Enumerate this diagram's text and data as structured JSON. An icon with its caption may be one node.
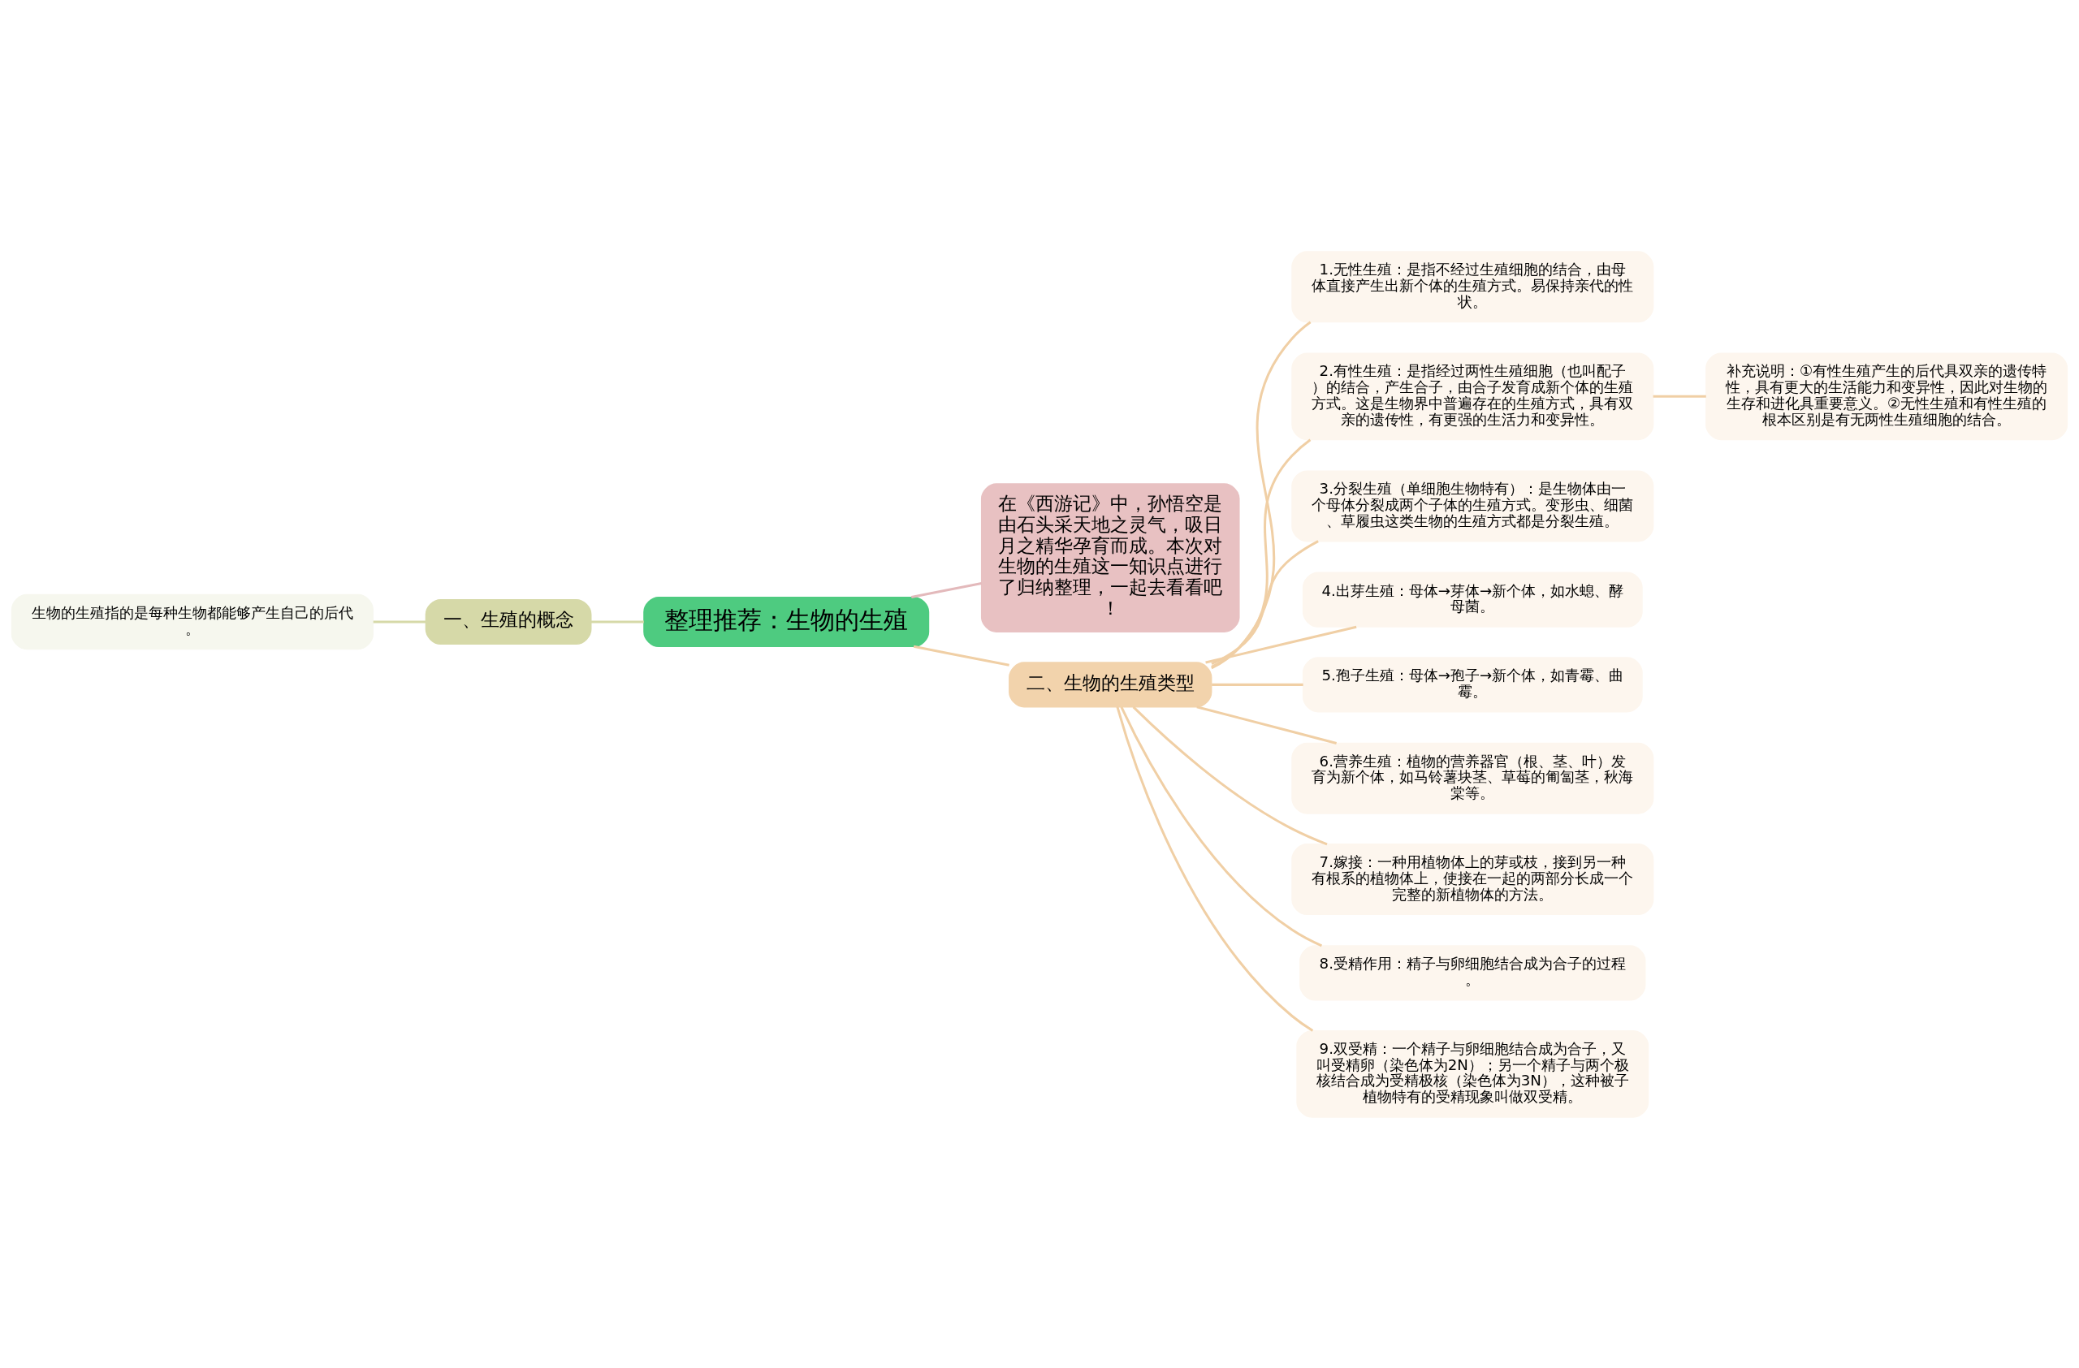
{
  "diagram": {
    "nodes": [
      {
        "text": [
          "整理推荐：生物的生殖"
        ]
      },
      {
        "text": [
          "一、生殖的概念"
        ]
      },
      {
        "text": [
          "生物的生殖指的是每种生物都能够产生自己的后代。"
        ]
      },
      {
        "text": [
          "在《西游记》中，孙悟空是由石头采天地之灵气，吸日月之精华孕育而成。本次对生物的生殖这一知识点进行了归纳整理，一起去看看吧！"
        ]
      },
      {
        "text": [
          "二、生物的生殖类型"
        ]
      },
      {
        "text": [
          "1.无性生殖：是指不经过生殖细胞的结合，由母体直接产生出新个体的生殖方式。易保持亲代的性状。"
        ]
      },
      {
        "text": [
          "2.有性生殖：是指经过两性生殖细胞（也叫配子）的结合，产生合子，由合子发育成新个体的生殖方式。这是生物界中普遍存在的生殖方式，具有双亲的遗传性，有更强的生活力和变异性。"
        ]
      },
      {
        "text": [
          "3.分裂生殖（单细胞生物特有）：是生物体由一个母体分裂成两个子体的生殖方式。变形虫、细菌、草履虫这类生物的生殖方式都是分裂生殖。"
        ]
      },
      {
        "text": [
          "4.出芽生殖：母体→芽体→新个体，如水螅、酵母菌。"
        ]
      },
      {
        "text": [
          "5.孢子生殖：母体→孢子→新个体，如青霉、曲霉。"
        ]
      },
      {
        "text": [
          "6.营养生殖：植物的营养器官（根、茎、叶）发育为新个体，如马铃薯块茎、草莓的匍匐茎，秋海棠等。"
        ]
      },
      {
        "text": [
          "7.嫁接：一种用植物体上的芽或枝，接到另一种有根系的植物体上，使接在一起的两部分长成一个完整的新植物体的方法。"
        ]
      },
      {
        "text": [
          "8.受精作用：精子与卵细胞结合成为合子的过程。"
        ]
      },
      {
        "text": [
          "9.双受精：一个精子与卵细胞结合成为合子，又叫受精卵（染色体为2N）；另一个精子与两个极核结合成为受精极核（染色体为3N），这种被子植物特有的受精现象叫做双受精。"
        ]
      },
      {
        "text": [
          "补充说明：①有性生殖产生的后代具双亲的遗传特性，具有更大的生活能力和变异性，因此对生物的生存和进化具重要意义。②无性生殖和有性生殖的根本区别是有无两性生殖细胞的结合。"
        ]
      }
    ],
    "edges": [
      {
        "from": 0,
        "to": 1,
        "arrow": "none",
        "color": "#d6d9a8"
      },
      {
        "from": 1,
        "to": 2,
        "arrow": "none",
        "color": "#d6d9a8"
      },
      {
        "from": 0,
        "to": 3,
        "arrow": "none",
        "color": "#e3b9bb"
      },
      {
        "from": 0,
        "to": 4,
        "arrow": "none"
      },
      {
        "from": 4,
        "to": 5,
        "arrow": "none"
      },
      {
        "from": 4,
        "to": 6,
        "arrow": "none"
      },
      {
        "from": 4,
        "to": 7,
        "arrow": "none"
      },
      {
        "from": 4,
        "to": 8,
        "arrow": "none"
      },
      {
        "from": 4,
        "to": 9,
        "arrow": "none"
      },
      {
        "from": 4,
        "to": 10,
        "arrow": "none"
      },
      {
        "from": 4,
        "to": 11,
        "arrow": "none"
      },
      {
        "from": 4,
        "to": 12,
        "arrow": "none"
      },
      {
        "from": 4,
        "to": 13,
        "arrow": "none"
      },
      {
        "from": 6,
        "to": 14,
        "arrow": "none"
      }
    ]
  }
}
